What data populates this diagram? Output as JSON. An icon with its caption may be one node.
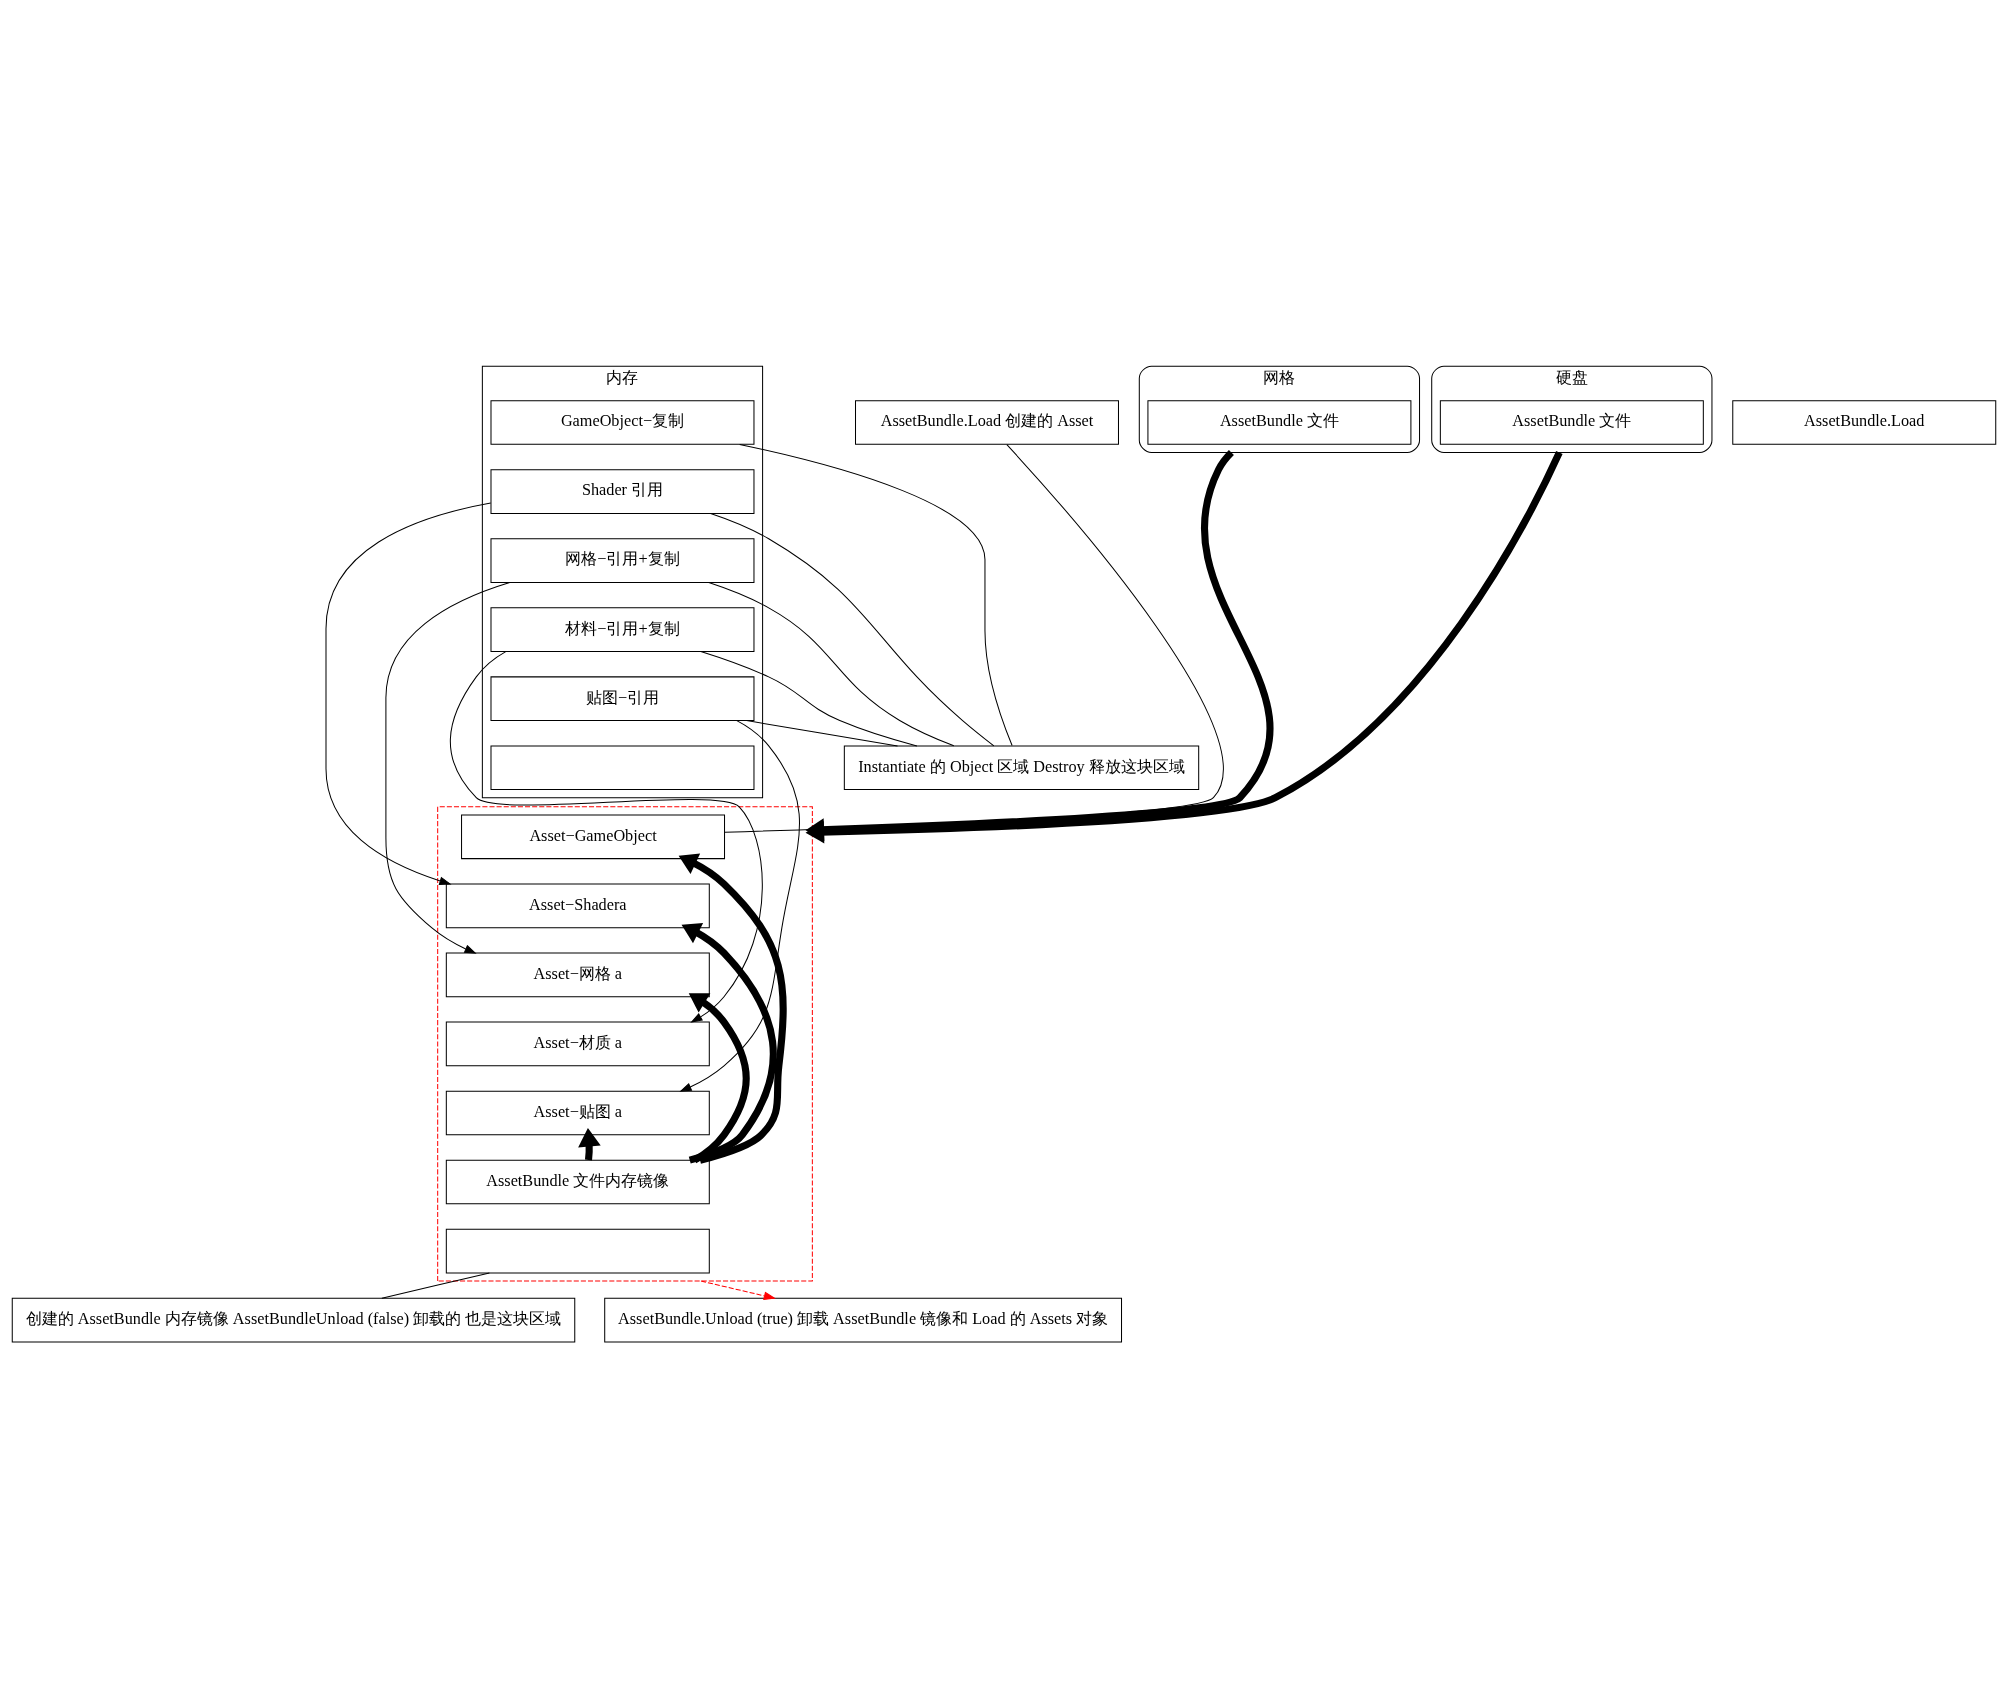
{
  "diagram": {
    "nodes": [
      {
        "text": [
          "内存"
        ]
      },
      {
        "text": [
          "GameObject−复制"
        ],
        "in": 0
      },
      {
        "text": [
          "Shader 引用"
        ],
        "in": 0
      },
      {
        "text": [
          "网格−引用+复制"
        ],
        "in": 0
      },
      {
        "text": [
          "材料−引用+复制"
        ],
        "in": 0
      },
      {
        "text": [
          "贴图−引用"
        ],
        "in": 0
      },
      {
        "text": [],
        "shape": "box",
        "in": 0
      },
      {
        "text": [],
        "shape": "box"
      },
      {
        "text": [
          "Asset−GameObject"
        ],
        "in": 7
      },
      {
        "text": [
          "Asset−Shadera"
        ],
        "in": 7
      },
      {
        "text": [
          "Asset−网格 a"
        ],
        "in": 7
      },
      {
        "text": [
          "Asset−材质 a"
        ],
        "in": 7
      },
      {
        "text": [
          "Asset−贴图 a"
        ],
        "in": 7
      },
      {
        "text": [
          "AssetBundle 文件内存镜像"
        ],
        "in": 7
      },
      {
        "text": [],
        "shape": "box",
        "in": 7
      },
      {
        "text": [
          "Instantiate 的 Object 区域 Destroy 释放这块区域"
        ]
      },
      {
        "text": [
          "AssetBundle.Load 创建的 Asset"
        ]
      },
      {
        "text": [
          "AssetBundle.Load"
        ]
      },
      {
        "text": [
          "网格"
        ]
      },
      {
        "text": [
          "AssetBundle 文件"
        ],
        "in": 18
      },
      {
        "text": [
          "硬盘"
        ]
      },
      {
        "text": [
          "AssetBundle 文件"
        ],
        "in": 20
      },
      {
        "text": [
          "创建的 AssetBundle 内存镜像 AssetBundleUnload (false) 卸载的 也是这块区域"
        ]
      },
      {
        "text": [
          "AssetBundle.Unload (true) 卸载 AssetBundle 镜像和 Load 的 Assets 对象"
        ]
      }
    ],
    "edges": [
      {
        "from": 2,
        "to": 9,
        "arrow": "to"
      },
      {
        "from": 3,
        "to": 10,
        "arrow": "to"
      },
      {
        "from": 4,
        "to": 11,
        "arrow": "to"
      },
      {
        "from": 5,
        "to": 12,
        "arrow": "to"
      },
      {
        "from": 13,
        "to": 8,
        "arrow": "to",
        "style": "thick"
      },
      {
        "from": 13,
        "to": 9,
        "arrow": "to",
        "style": "thick"
      },
      {
        "from": 13,
        "to": 10,
        "arrow": "to",
        "style": "thick"
      },
      {
        "from": 13,
        "to": 12,
        "arrow": "to",
        "style": "thick"
      },
      {
        "from": 1,
        "to": 15,
        "arrow": "none"
      },
      {
        "from": 2,
        "to": 15,
        "arrow": "none"
      },
      {
        "from": 3,
        "to": 15,
        "arrow": "none"
      },
      {
        "from": 4,
        "to": 15,
        "arrow": "none"
      },
      {
        "from": 5,
        "to": 15,
        "arrow": "none"
      },
      {
        "from": 16,
        "to": 8,
        "arrow": "none"
      },
      {
        "from": 18,
        "to": 7,
        "arrow": "to",
        "style": "thick"
      },
      {
        "from": 20,
        "to": 7,
        "arrow": "to",
        "style": "thick"
      },
      {
        "from": 14,
        "to": 22,
        "arrow": "none"
      },
      {
        "from": 7,
        "to": 23,
        "arrow": "to",
        "style": "dashed",
        "color": "#ff0000"
      }
    ]
  }
}
